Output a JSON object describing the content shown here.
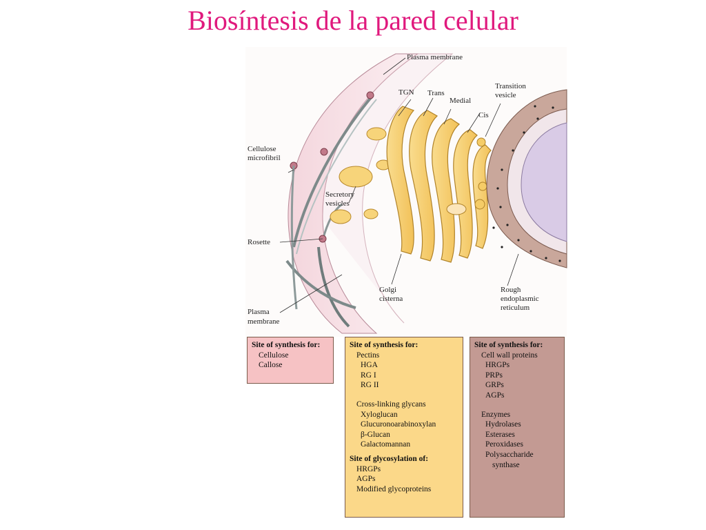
{
  "title": "Biosíntesis de la pared celular",
  "colors": {
    "title": "#e0197d",
    "pink_box": "#f6c2c4",
    "yellow_box": "#fbd889",
    "brown_box": "#c39a93",
    "golgi": "#f7cd6a",
    "er": "#c9a79b",
    "nucleus": "#d9cbe6"
  },
  "labels": {
    "plasma_membrane_top": "Plasma membrane",
    "tgn": "TGN",
    "trans": "Trans",
    "medial": "Medial",
    "transition_vesicle_1": "Transition",
    "transition_vesicle_2": "vesicle",
    "cis": "Cis",
    "cellulose_1": "Cellulose",
    "cellulose_2": "microfibril",
    "secretory_1": "Secretory",
    "secretory_2": "vesicles",
    "rosette": "Rosette",
    "plasma_membrane_bottom_1": "Plasma",
    "plasma_membrane_bottom_2": "membrane",
    "golgi_1": "Golgi",
    "golgi_2": "cisterna",
    "rough_1": "Rough",
    "rough_2": "endoplasmic",
    "rough_3": "reticulum"
  },
  "boxes": {
    "membrane": {
      "header": "Site of synthesis for:",
      "items": [
        "Cellulose",
        "Callose"
      ]
    },
    "golgi": {
      "header": "Site of synthesis for:",
      "pectins": "Pectins",
      "pectin_items": [
        "HGA",
        "RG I",
        "RG II"
      ],
      "crosslinking": "Cross-linking glycans",
      "crosslinking_items": [
        "Xyloglucan",
        "Glucuronoarabinoxylan",
        "β-Glucan",
        "Galactomannan"
      ],
      "glyco_header": "Site of glycosylation of:",
      "glyco_items": [
        "HRGPs",
        "AGPs",
        "Modified glycoproteins"
      ]
    },
    "er": {
      "header": "Site of synthesis for:",
      "proteins": "Cell wall proteins",
      "protein_items": [
        "HRGPs",
        "PRPs",
        "GRPs",
        "AGPs"
      ],
      "enzymes": "Enzymes",
      "enzyme_items": [
        "Hydrolases",
        "Esterases",
        "Peroxidases",
        "Polysaccharide"
      ],
      "enzyme_cont": "synthase"
    }
  }
}
